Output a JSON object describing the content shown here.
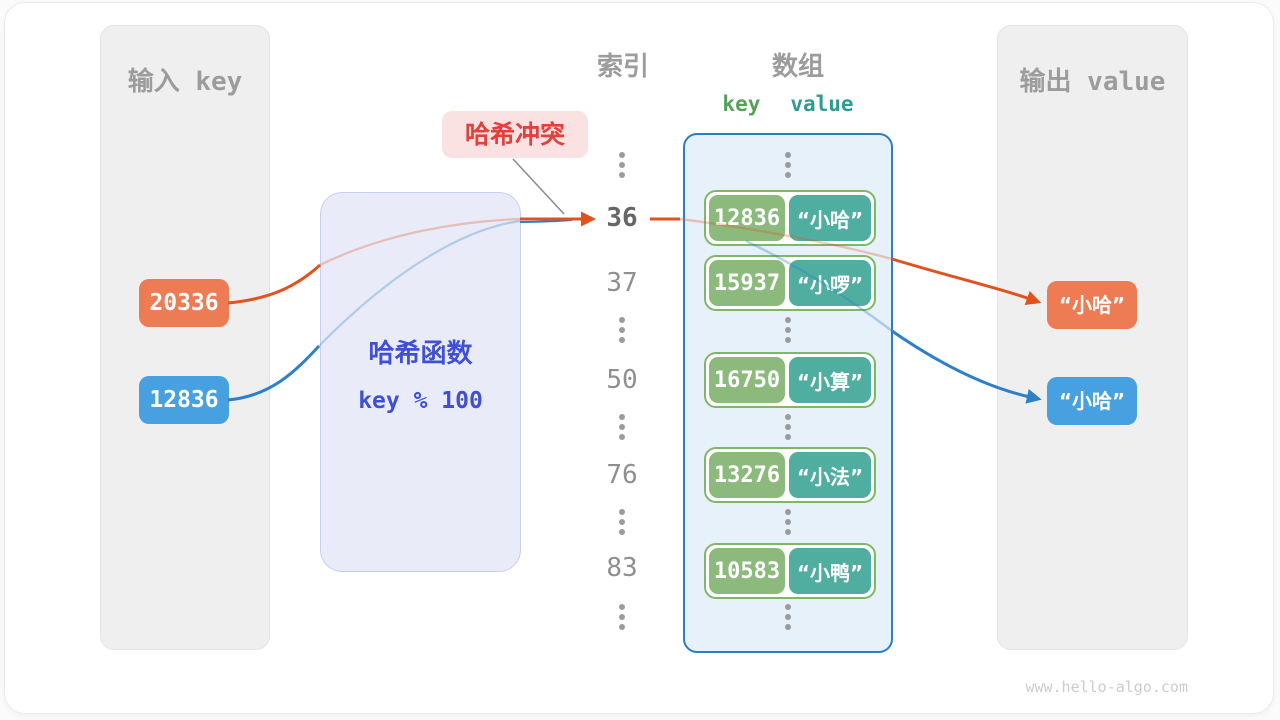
{
  "colors": {
    "orange_line": "#e2521d",
    "blue_line": "#2d80c8",
    "gray_line": "#8a8a8a",
    "orange_chip": "#ed7c55",
    "blue_chip": "#47a1e1",
    "key_green": "#8bba7c",
    "value_teal": "#4fae9f",
    "array_border_blue": "#2b7dc6",
    "hash_text_blue": "#4050d4",
    "collision_red": "#e2403a"
  },
  "watermark": "www.hello-algo.com",
  "input_panel": {
    "title": "输入 key",
    "keys": [
      "20336",
      "12836"
    ]
  },
  "hash_function": {
    "name": "哈希函数",
    "formula": "key % 100"
  },
  "collision": {
    "label": "哈希冲突"
  },
  "index_column": {
    "title": "索引",
    "indices": [
      "36",
      "37",
      "50",
      "76",
      "83"
    ]
  },
  "array_panel": {
    "title": "数组",
    "key_header": "key",
    "value_header": "value",
    "buckets": [
      {
        "key": "12836",
        "value": "“小哈”"
      },
      {
        "key": "15937",
        "value": "“小啰”"
      },
      {
        "key": "16750",
        "value": "“小算”"
      },
      {
        "key": "13276",
        "value": "“小法”"
      },
      {
        "key": "10583",
        "value": "“小鸭”"
      }
    ]
  },
  "output_panel": {
    "title": "输出 value",
    "values": [
      "“小哈”",
      "“小哈”"
    ]
  }
}
